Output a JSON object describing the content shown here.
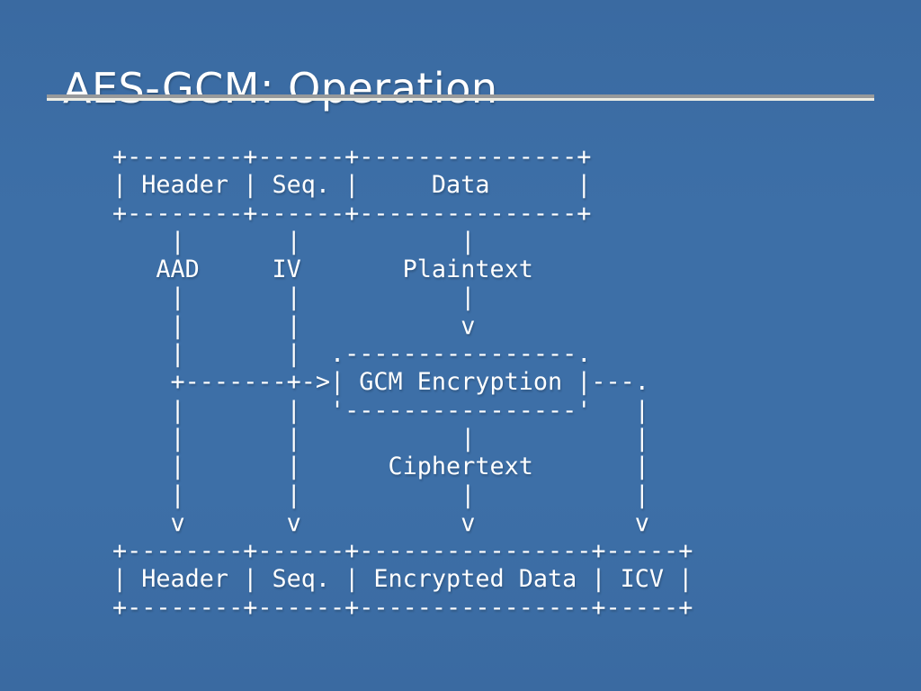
{
  "slide": {
    "title": "AES-GCM: Operation"
  },
  "theme": {
    "background_color": "#3C6DA5",
    "text_color": "#FFFFFF",
    "rule_top_color": "#97999B",
    "rule_bottom_color": "#ECECE4"
  },
  "diagram": {
    "ascii_lines": [
      "+--------+------+---------------+",
      "| Header | Seq. |     Data      |",
      "+--------+------+---------------+",
      "    |       |           |",
      "   AAD     IV       Plaintext",
      "    |       |           |",
      "    |       |           v",
      "    |       |  .----------------.",
      "    +-------+->| GCM Encryption |---.",
      "    |       |  '----------------'   |",
      "    |       |           |           |",
      "    |       |      Ciphertext       |",
      "    |       |           |           |",
      "    v       v           v           v",
      "+--------+------+----------------+-----+",
      "| Header | Seq. | Encrypted Data | ICV |",
      "+--------+------+----------------+-----+"
    ],
    "labels": {
      "input_packet_fields": [
        "Header",
        "Seq.",
        "Data"
      ],
      "aad_label": "AAD",
      "iv_label": "IV",
      "plaintext_label": "Plaintext",
      "process_box_label": "GCM Encryption",
      "ciphertext_label": "Ciphertext",
      "output_packet_fields": [
        "Header",
        "Seq.",
        "Encrypted Data",
        "ICV"
      ]
    }
  }
}
